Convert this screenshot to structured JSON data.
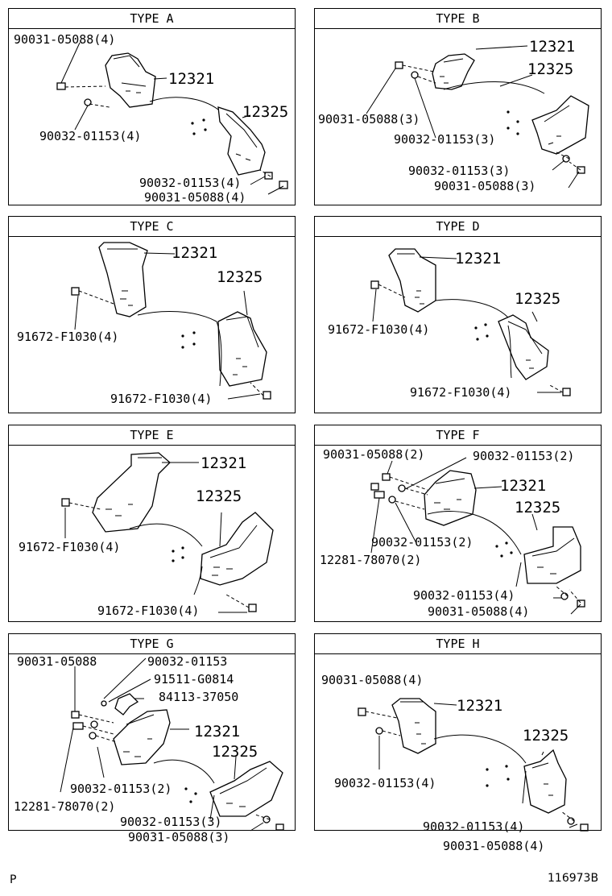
{
  "panels": {
    "a": {
      "title": "TYPE  A",
      "labels": {
        "l1": "90031-05088(4)",
        "l2": "12321",
        "l3": "12325",
        "l4": "90032-01153(4)",
        "l5": "90032-01153(4)",
        "l6": "90031-05088(4)"
      }
    },
    "b": {
      "title": "TYPE  B",
      "labels": {
        "l1": "12321",
        "l2": "12325",
        "l3": "90031-05088(3)",
        "l4": "90032-01153(3)",
        "l5": "90032-01153(3)",
        "l6": "90031-05088(3)"
      }
    },
    "c": {
      "title": "TYPE  C",
      "labels": {
        "l1": "12321",
        "l2": "12325",
        "l3": "91672-F1030(4)",
        "l4": "91672-F1030(4)"
      }
    },
    "d": {
      "title": "TYPE  D",
      "labels": {
        "l1": "12321",
        "l2": "12325",
        "l3": "91672-F1030(4)",
        "l4": "91672-F1030(4)"
      }
    },
    "e": {
      "title": "TYPE  E",
      "labels": {
        "l1": "12321",
        "l2": "12325",
        "l3": "91672-F1030(4)",
        "l4": "91672-F1030(4)"
      }
    },
    "f": {
      "title": "TYPE  F",
      "labels": {
        "l1": "90031-05088(2)",
        "l2": "90032-01153(2)",
        "l3": "12321",
        "l4": "12325",
        "l5": "90032-01153(2)",
        "l6": "12281-78070(2)",
        "l7": "90032-01153(4)",
        "l8": "90031-05088(4)"
      }
    },
    "g": {
      "title": "TYPE  G",
      "labels": {
        "l1": "90031-05088",
        "l2": "90032-01153",
        "l3": "91511-G0814",
        "l4": "84113-37050",
        "l5": "12321",
        "l6": "12325",
        "l7": "90032-01153(2)",
        "l8": "12281-78070(2)",
        "l9": "90032-01153(3)",
        "l10": "90031-05088(3)"
      }
    },
    "h": {
      "title": "TYPE  H",
      "labels": {
        "l1": "90031-05088(4)",
        "l2": "12321",
        "l3": "12325",
        "l4": "90032-01153(4)",
        "l5": "90032-01153(4)",
        "l6": "90031-05088(4)"
      }
    }
  },
  "footer": {
    "left": "P",
    "right": "116973B"
  }
}
